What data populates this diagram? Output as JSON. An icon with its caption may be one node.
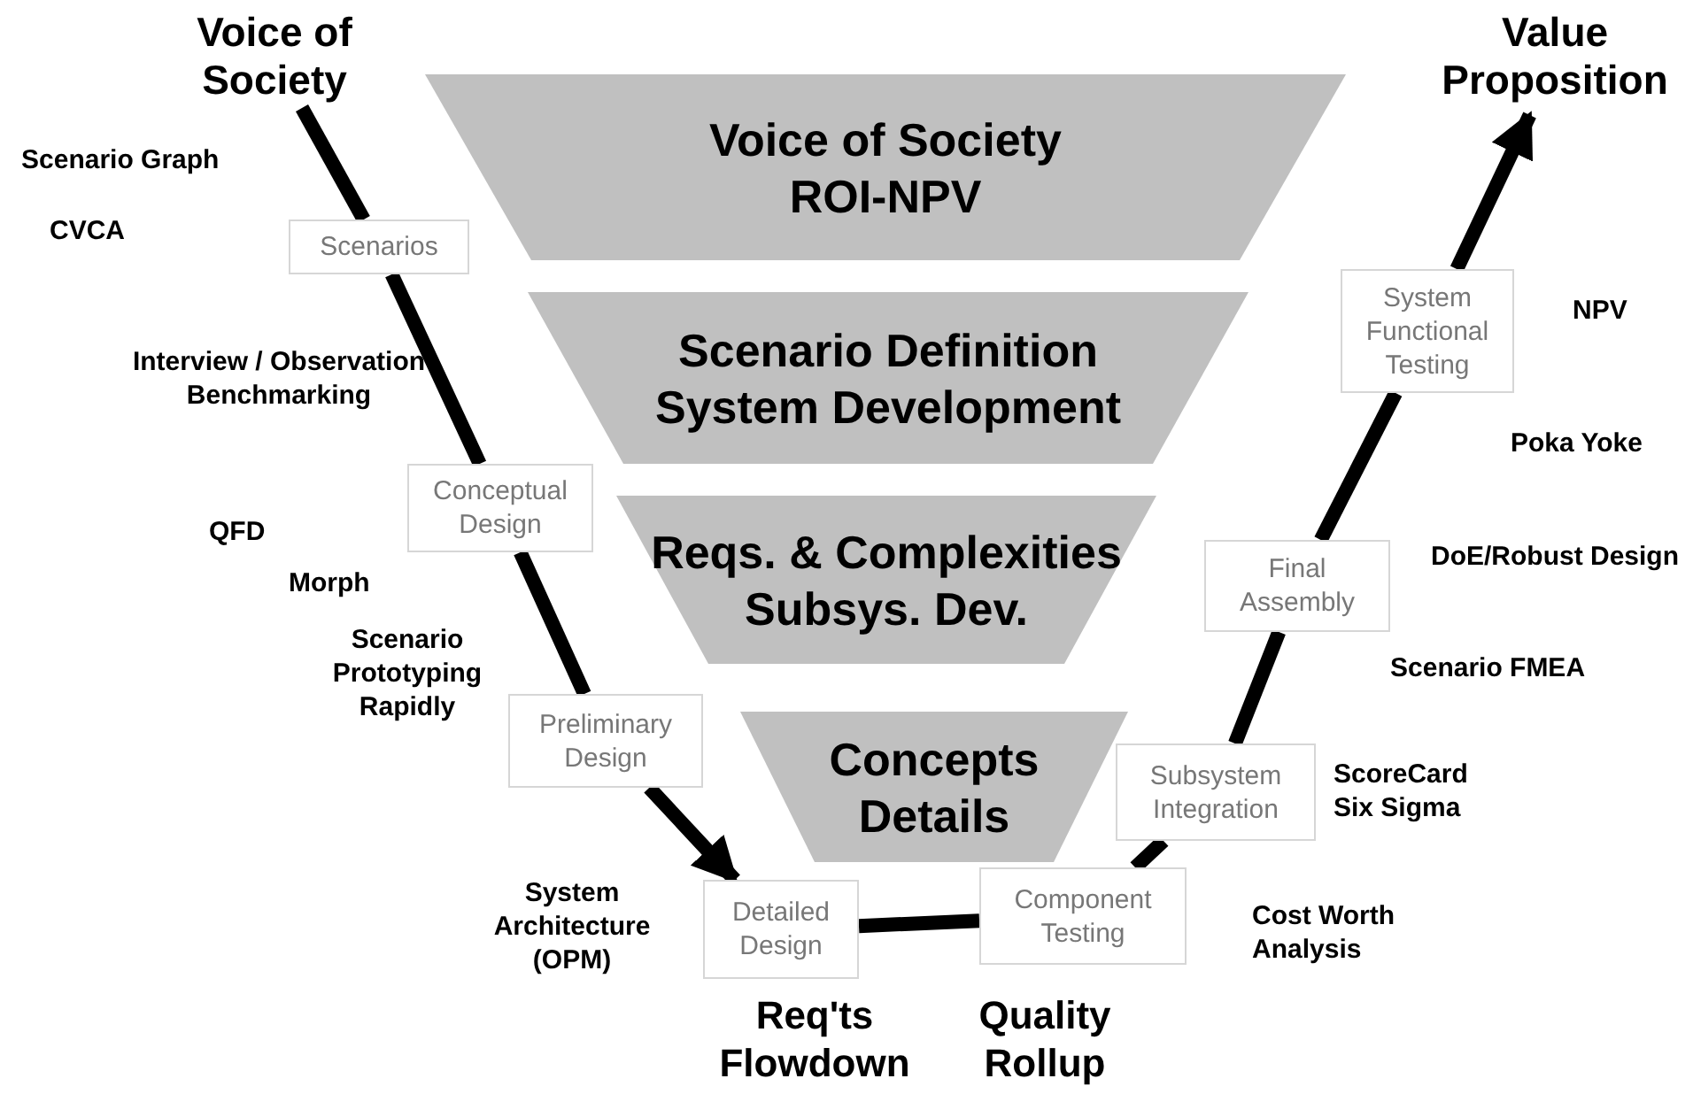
{
  "diagram": {
    "nodes": [
      {
        "text": [
          "Voice of Society"
        ]
      },
      {
        "text": [
          "Value Proposition"
        ]
      },
      {
        "text": [
          "Voice of Society",
          "ROI-NPV"
        ]
      },
      {
        "text": [
          "Scenario Definition",
          "System Development"
        ]
      },
      {
        "text": [
          "Reqs. & Complexities",
          "Subsys. Dev."
        ]
      },
      {
        "text": [
          "Concepts",
          "Details"
        ]
      },
      {
        "text": [
          "Scenarios"
        ]
      },
      {
        "text": [
          "Conceptual Design"
        ]
      },
      {
        "text": [
          "Preliminary Design"
        ]
      },
      {
        "text": [
          "Detailed Design"
        ]
      },
      {
        "text": [
          "Component Testing"
        ]
      },
      {
        "text": [
          "Subsystem Integration"
        ]
      },
      {
        "text": [
          "Final Assembly"
        ]
      },
      {
        "text": [
          "System Functional Testing"
        ]
      }
    ],
    "edges": [
      {
        "from": 0,
        "to": 6,
        "arrow": "none"
      },
      {
        "from": 6,
        "to": 7,
        "arrow": "none"
      },
      {
        "from": 7,
        "to": 8,
        "arrow": "none"
      },
      {
        "from": 8,
        "to": 9,
        "arrow": "to"
      },
      {
        "from": 9,
        "to": 10,
        "arrow": "none"
      },
      {
        "from": 10,
        "to": 11,
        "arrow": "none"
      },
      {
        "from": 11,
        "to": 12,
        "arrow": "none"
      },
      {
        "from": 12,
        "to": 13,
        "arrow": "none"
      },
      {
        "from": 13,
        "to": 1,
        "arrow": "to"
      }
    ],
    "labels": [
      "Scenario Graph",
      "CVCA",
      "Interview / Observation Benchmarking",
      "QFD",
      "Morph",
      "Scenario Prototyping Rapidly",
      "System Architecture (OPM)",
      "Req'ts Flowdown",
      "Quality Rollup",
      "NPV",
      "Poka Yoke",
      "DoE/Robust Design",
      "Scenario FMEA",
      "ScoreCard Six Sigma",
      "Cost Worth Analysis"
    ]
  }
}
